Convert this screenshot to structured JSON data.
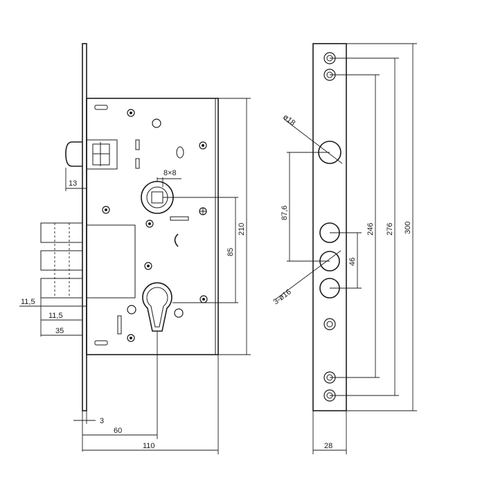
{
  "diagram": {
    "dimensions": {
      "latch_13": "13",
      "deadbolt_11_5_a": "11,5",
      "deadbolt_11_5_b": "11,5",
      "deadbolt_35": "35",
      "faceplate_3": "3",
      "backset_60": "60",
      "case_110": "110",
      "spindle_8x8": "8×8",
      "center_85": "85",
      "case_210": "210",
      "hole_18": "ø18",
      "spacing_87_6": "87,6",
      "holes_3x16": "3-ø16",
      "spacing_46": "46",
      "screw_246": "246",
      "screw_276": "276",
      "faceplate_300": "300",
      "faceplate_28": "28"
    }
  }
}
